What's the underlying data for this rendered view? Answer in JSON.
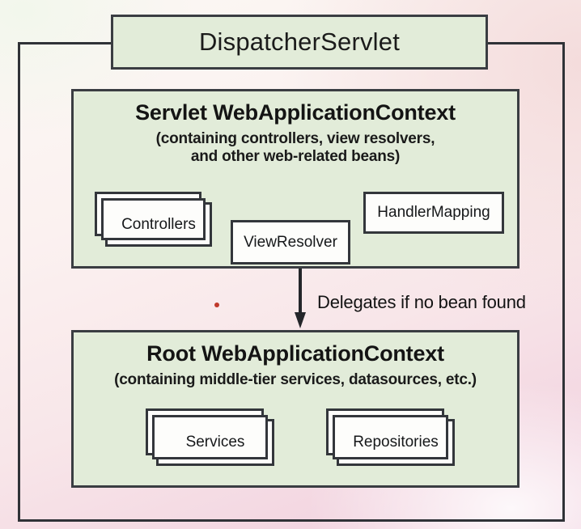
{
  "diagram": {
    "title": "DispatcherServlet",
    "outer_frame_label": "dispatcher-servlet-container",
    "contexts": [
      {
        "id": "servlet-context",
        "heading": "Servlet WebApplicationContext",
        "subtitle_line1": "(containing controllers, view resolvers,",
        "subtitle_line2": "and other web-related beans)",
        "components": [
          {
            "label": "Controllers",
            "style": "stacked"
          },
          {
            "label": "ViewResolver",
            "style": "single"
          },
          {
            "label": "HandlerMapping",
            "style": "single"
          }
        ]
      },
      {
        "id": "root-context",
        "heading": "Root WebApplicationContext",
        "subtitle_line1": "(containing middle-tier services, datasources, etc.)",
        "subtitle_line2": "",
        "components": [
          {
            "label": "Services",
            "style": "stacked"
          },
          {
            "label": "Repositories",
            "style": "stacked"
          }
        ]
      }
    ],
    "arrow": {
      "label": "Delegates if no bean found",
      "direction": "down",
      "from": "Servlet WebApplicationContext",
      "to": "Root WebApplicationContext"
    },
    "colors": {
      "panel_fill": "#e2ecd9",
      "panel_border": "#3a3d42",
      "component_fill": "#fdfdfb",
      "component_border": "#33363b",
      "text": "#141414",
      "accent_dot": "#c0392b"
    }
  }
}
